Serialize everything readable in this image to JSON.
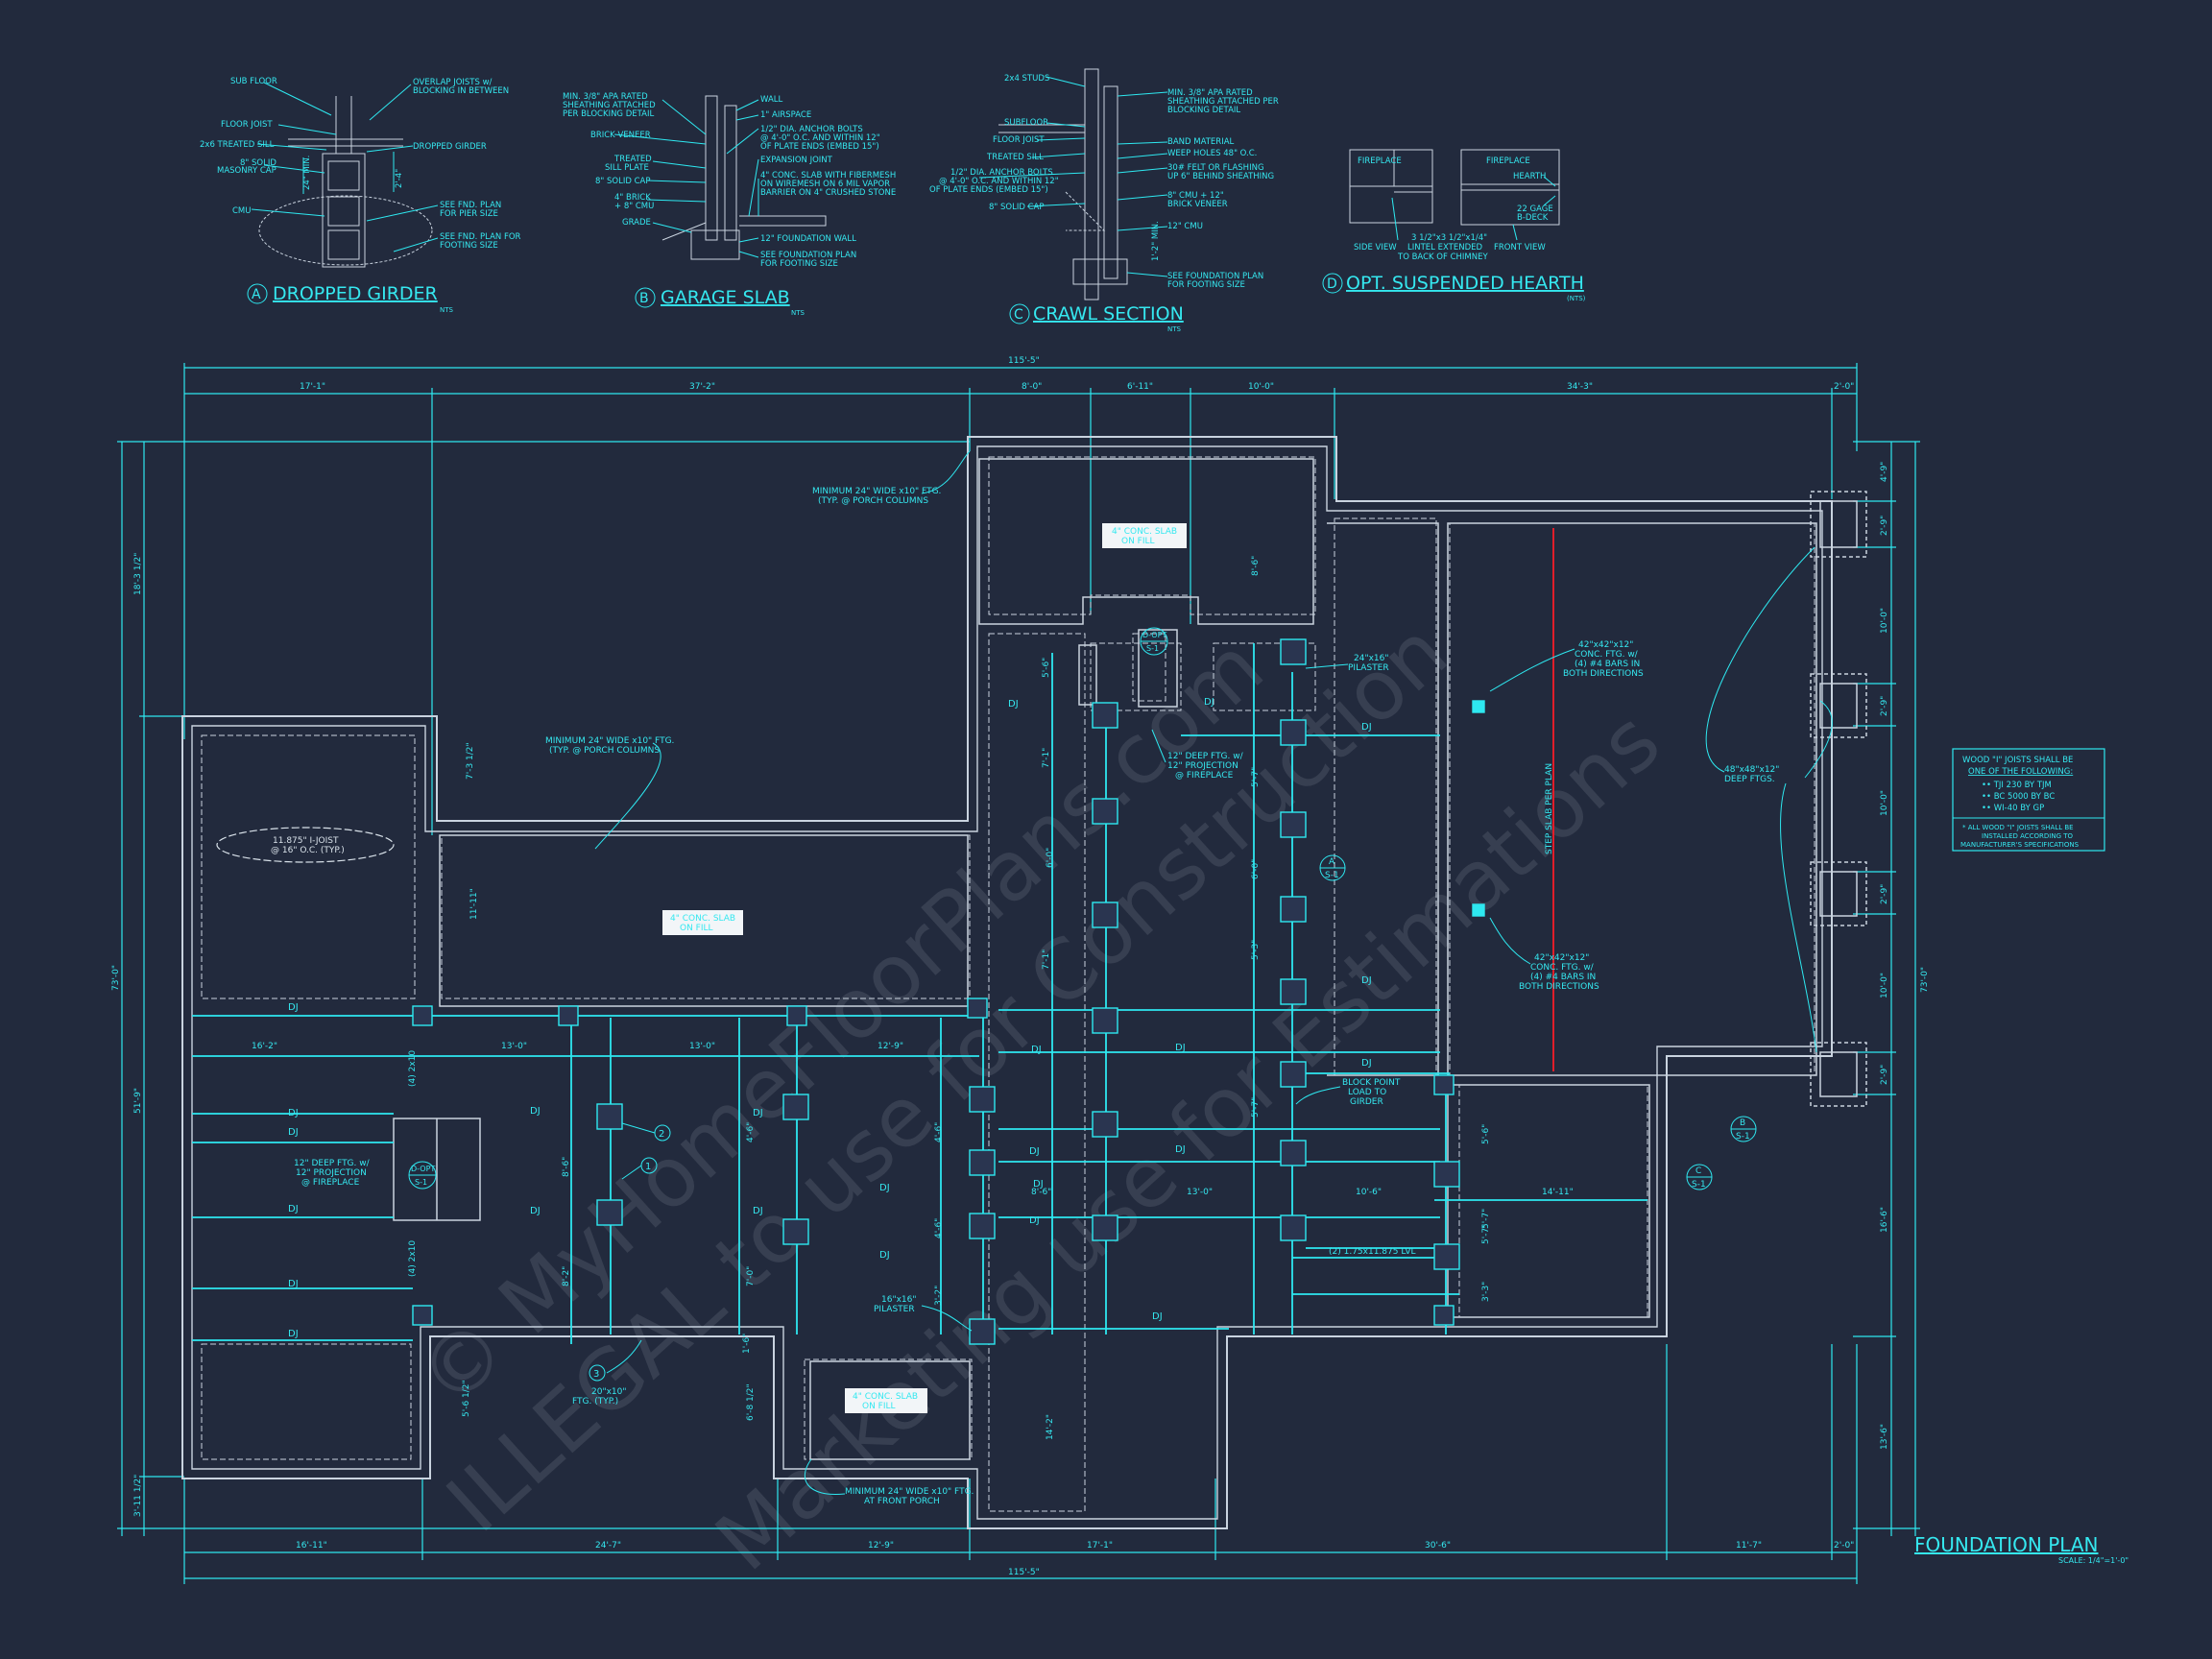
{
  "colors": {
    "background": "#222a3d",
    "line": "#2ee8f0",
    "wall": "#c9d3df",
    "red_line": "#e01e2a"
  },
  "details": {
    "a": {
      "letter": "A",
      "title": "DROPPED GIRDER",
      "labels": [
        "SUB FLOOR",
        "OVERLAP JOISTS w/",
        "BLOCKING IN BETWEEN",
        "FLOOR JOIST",
        "2x6 TREATED SILL",
        "DROPPED GIRDER",
        "8\" SOLID",
        "MASONRY CAP",
        "CMU",
        "SEE FND. PLAN",
        "FOR PIER SIZE",
        "SEE FND. PLAN FOR",
        "FOOTING SIZE"
      ],
      "dims": [
        "24\" MIN.",
        "2'-4\""
      ]
    },
    "b": {
      "letter": "B",
      "title": "GARAGE SLAB",
      "nts": "NTS",
      "labels": [
        "MIN. 3/8\" APA RATED",
        "SHEATHING ATTACHED",
        "PER BLOCKING DETAIL",
        "WALL",
        "1\" AIRSPACE",
        "BRICK VENEER",
        "1/2\" DIA. ANCHOR BOLTS",
        "@ 4'-0\" O.C. AND WITHIN 12\"",
        "OF PLATE ENDS (EMBED 15\")",
        "TREATED",
        "SILL PLATE",
        "EXPANSION JOINT",
        "8\" SOLID CAP",
        "4\" BRICK",
        "+ 8\" CMU",
        "4\" CONC. SLAB WITH FIBERMESH",
        "ON WIREMESH ON 6 MIL VAPOR",
        "BARRIER ON 4\" CRUSHED STONE",
        "GRADE",
        "12\" FOUNDATION WALL",
        "SEE FOUNDATION PLAN",
        "FOR FOOTING SIZE"
      ]
    },
    "c": {
      "letter": "C",
      "title": "CRAWL SECTION",
      "nts": "NTS",
      "labels": [
        "2x4 STUDS",
        "MIN. 3/8\" APA RATED",
        "SHEATHING ATTACHED PER",
        "BLOCKING DETAIL",
        "SUBFLOOR",
        "FLOOR JOIST",
        "BAND MATERIAL",
        "TREATED SILL",
        "WEEP HOLES 48\" O.C.",
        "1/2\" DIA. ANCHOR BOLTS",
        "@ 4'-0\" O.C. AND WITHIN 12\"",
        "OF PLATE ENDS (EMBED 15\")",
        "30# FELT OR FLASHING",
        "UP 6\" BEHIND SHEATHING",
        "8\" SOLID CAP",
        "8\" CMU + 12\"",
        "BRICK VENEER",
        "12\" CMU",
        "SEE FOUNDATION PLAN",
        "FOR FOOTING SIZE"
      ],
      "dims": [
        "1'-2\" MIN."
      ]
    },
    "d": {
      "letter": "D",
      "title": "OPT. SUSPENDED HEARTH",
      "nts": "(NTS)",
      "labels": [
        "FIREPLACE",
        "FIREPLACE",
        "HEARTH",
        "22 GAGE",
        "B-DECK",
        "SIDE VIEW",
        "3 1/2\"x3 1/2\"x1/4\"",
        "LINTEL EXTENDED",
        "TO BACK OF CHIMNEY",
        "FRONT VIEW"
      ]
    }
  },
  "plan": {
    "top_overall": "115'-5\"",
    "top_dims": [
      "17'-1\"",
      "37'-2\"",
      "8'-0\"",
      "6'-11\"",
      "10'-0\"",
      "34'-3\"",
      "2'-0\""
    ],
    "bottom_dims": [
      "16'-11\"",
      "24'-7\"",
      "12'-9\"",
      "17'-1\"",
      "30'-6\"",
      "11'-7\"",
      "2'-0\""
    ],
    "bottom_overall": "115'-5\"",
    "left_overall": "73'-0\"",
    "left_dims": [
      "18'-3 1/2\"",
      "51'-9\"",
      "3'-11 1/2\""
    ],
    "right_overall": "73'-0\"",
    "right_dims": [
      "4'-9\"",
      "2'-9\"",
      "10'-0\"",
      "2'-9\"",
      "10'-0\"",
      "2'-9\"",
      "10'-0\"",
      "2'-9\"",
      "16'-6\"",
      "13'-6\""
    ],
    "interior_dims": [
      "16'-2\"",
      "13'-0\"",
      "13'-0\"",
      "12'-9\"",
      "10'-6\"",
      "14'-11\"",
      "8'-6\"",
      "13'-0\"",
      "7'-3 1/2\"",
      "11'-11\"",
      "8'-6\"",
      "5'-6\"",
      "7'-1\"",
      "7'-1\"",
      "6'-0\"",
      "6'-0\"",
      "5'-3\"",
      "5'-7\"",
      "5'-7\"",
      "5'-7\"",
      "4'-6\"",
      "4'-6\"",
      "8'-6\"",
      "8'-2\"",
      "7'-0\"",
      "4'-6\"",
      "3'-2\"",
      "5'-6\"",
      "5'-7\"",
      "3'-3\"",
      "1'-6\"",
      "6'-8 1/2\"",
      "14'-2\"",
      "5'-6 1/2\"",
      "(4) 2x10",
      "(4) 2x10"
    ],
    "notes": {
      "slab1": [
        "4\" CONC. SLAB",
        "ON FILL"
      ],
      "slab2": [
        "4\" CONC. SLAB",
        "ON FILL"
      ],
      "slab3": [
        "4\" CONC. SLAB",
        "ON FILL"
      ],
      "porch_top": [
        "MINIMUM 24\" WIDE x10\" FTG.",
        "(TYP. @ PORCH COLUMNS"
      ],
      "porch_left": [
        "MINIMUM 24\" WIDE x10\" FTG.",
        "(TYP. @ PORCH COLUMNS"
      ],
      "porch_front": [
        "MINIMUM 24\" WIDE x10\" FTG.",
        "AT FRONT PORCH"
      ],
      "ijoist": [
        "11.875\" I-JOIST",
        "@ 16\" O.C. (TYP.)"
      ],
      "pilaster1": [
        "24\"x16\"",
        "PILASTER"
      ],
      "pilaster2": [
        "16\"x16\"",
        "PILASTER"
      ],
      "fireplace1": [
        "12\" DEEP FTG. w/",
        "12\" PROJECTION",
        "@ FIREPLACE"
      ],
      "fireplace2": [
        "12\" DEEP FTG. w/",
        "12\" PROJECTION",
        "@ FIREPLACE"
      ],
      "conc_ftg1": [
        "42\"x42\"x12\"",
        "CONC. FTG. w/",
        "(4) #4 BARS IN",
        "BOTH DIRECTIONS"
      ],
      "conc_ftg2": [
        "42\"x42\"x12\"",
        "CONC. FTG. w/",
        "(4) #4 BARS IN",
        "BOTH DIRECTIONS"
      ],
      "deep_ftgs": [
        "48\"x48\"x12\"",
        "DEEP FTGS."
      ],
      "step_slab": "STEP SLAB PER PLAN",
      "block_point": [
        "BLOCK POINT",
        "LOAD TO",
        "GIRDER"
      ],
      "lvl": "(2) 1.75x11.875 LVL",
      "ftg_typ": [
        "20\"x10\"",
        "FTG. (TYP.)"
      ]
    },
    "dj_label": "DJ",
    "markers": [
      "1",
      "2",
      "3"
    ],
    "section_tags": [
      {
        "letter": "A",
        "sheet": "S-1"
      },
      {
        "letter": "B",
        "sheet": "S-1"
      },
      {
        "letter": "C",
        "sheet": "S-1"
      },
      {
        "letter": "D-OPT",
        "sheet": "S-1"
      },
      {
        "letter": "D-OPT",
        "sheet": "S-1"
      }
    ]
  },
  "joist_box": {
    "lines": [
      "WOOD \"I\" JOISTS SHALL BE",
      "ONE OF THE FOLLOWING:",
      "•• TJI 230 BY TJM",
      "•• BC 5000 BY BC",
      "•• WI-40 BY GP"
    ],
    "footer": [
      "* ALL WOOD \"I\" JOISTS SHALL BE",
      "INSTALLED ACCORDING TO",
      "MANUFACTURER'S SPECIFICATIONS"
    ]
  },
  "title": {
    "main": "FOUNDATION PLAN",
    "scale": "SCALE: 1/4\"=1'-0\""
  },
  "watermark": [
    "© MyHomeFloorPlans.com",
    "ILLEGAL to use for Construction",
    "Marketing use for Estimations"
  ]
}
